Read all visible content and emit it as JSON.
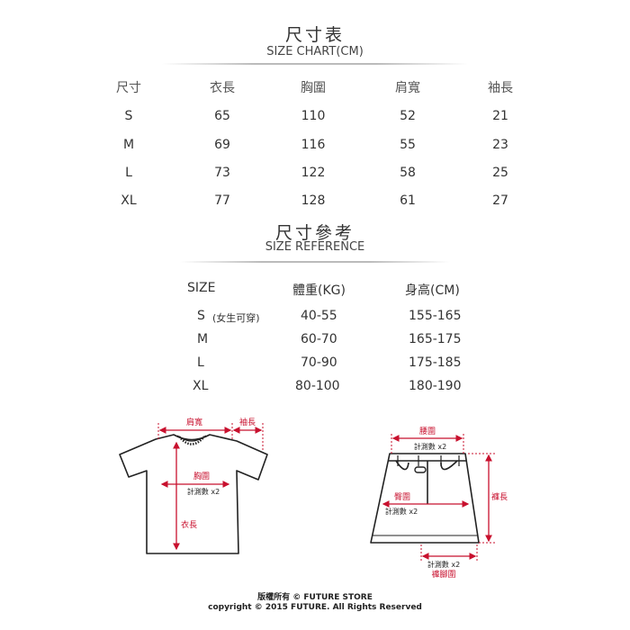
{
  "size_chart": {
    "title_zh": "尺寸表",
    "title_en": "SIZE CHART(CM)",
    "headers": [
      "尺寸",
      "衣長",
      "胸圍",
      "肩寬",
      "袖長"
    ],
    "rows": [
      [
        "S",
        "65",
        "110",
        "52",
        "21"
      ],
      [
        "M",
        "69",
        "116",
        "55",
        "23"
      ],
      [
        "L",
        "73",
        "122",
        "58",
        "25"
      ],
      [
        "XL",
        "77",
        "128",
        "61",
        "27"
      ]
    ]
  },
  "size_reference": {
    "title_zh": "尺寸參考",
    "title_en": "SIZE REFERENCE",
    "headers": [
      "SIZE",
      "體重(KG)",
      "身高(CM)"
    ],
    "rows": [
      {
        "size": "S",
        "note": "(女生可穿)",
        "weight": "40-55",
        "height": "155-165"
      },
      {
        "size": "M",
        "note": "",
        "weight": "60-70",
        "height": "165-175"
      },
      {
        "size": "L",
        "note": "",
        "weight": "70-90",
        "height": "175-185"
      },
      {
        "size": "XL",
        "note": "",
        "weight": "80-100",
        "height": "180-190"
      }
    ]
  },
  "tshirt_diagram": {
    "shoulder": "肩寬",
    "sleeve": "袖長",
    "chest": "胸圍",
    "chest_note": "計測數 x2",
    "length": "衣長"
  },
  "skirt_diagram": {
    "waist": "腰圍",
    "waist_note": "計測數 x2",
    "hip": "臀圍",
    "hip_note": "計測數 x2",
    "length": "褲長",
    "hem_note": "計測數 x2",
    "hem": "褲腳圍"
  },
  "footer": {
    "line1": "版權所有 © FUTURE STORE",
    "line2": "copyright © 2015 FUTURE. All Rights Reserved"
  },
  "colors": {
    "accent": "#c8102e",
    "text": "#333333",
    "line": "#222222"
  }
}
